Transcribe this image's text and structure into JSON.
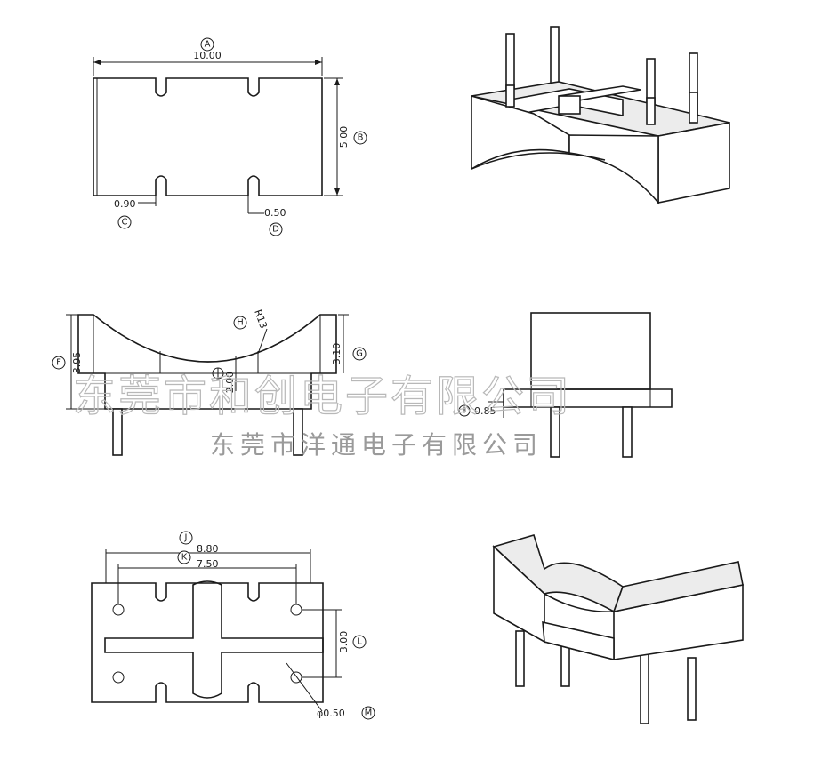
{
  "dimensions": {
    "A": {
      "tag": "A",
      "value": "10.00"
    },
    "B": {
      "tag": "B",
      "value": "5.00"
    },
    "C": {
      "tag": "C",
      "value": "0.90"
    },
    "D": {
      "tag": "D",
      "value": "0.50"
    },
    "E": {
      "tag": "H",
      "value": "R13"
    },
    "F": {
      "tag": "F",
      "value": "3.95"
    },
    "G": {
      "tag": "G",
      "value": "3.10"
    },
    "H": {
      "tag": "",
      "value": "2.00"
    },
    "I": {
      "tag": "I",
      "value": "0.85"
    },
    "J": {
      "tag": "J",
      "value": "8.80"
    },
    "K": {
      "tag": "K",
      "value": "7.50"
    },
    "L": {
      "tag": "L",
      "value": "3.00"
    },
    "M": {
      "tag": "M",
      "value": "φ0.50"
    }
  },
  "watermark": {
    "large": "东莞市和创电子有限公司",
    "small": "东莞市洋通电子有限公司"
  },
  "colors": {
    "line": "#1a1a1a",
    "watermark": "#b8b8b8"
  }
}
